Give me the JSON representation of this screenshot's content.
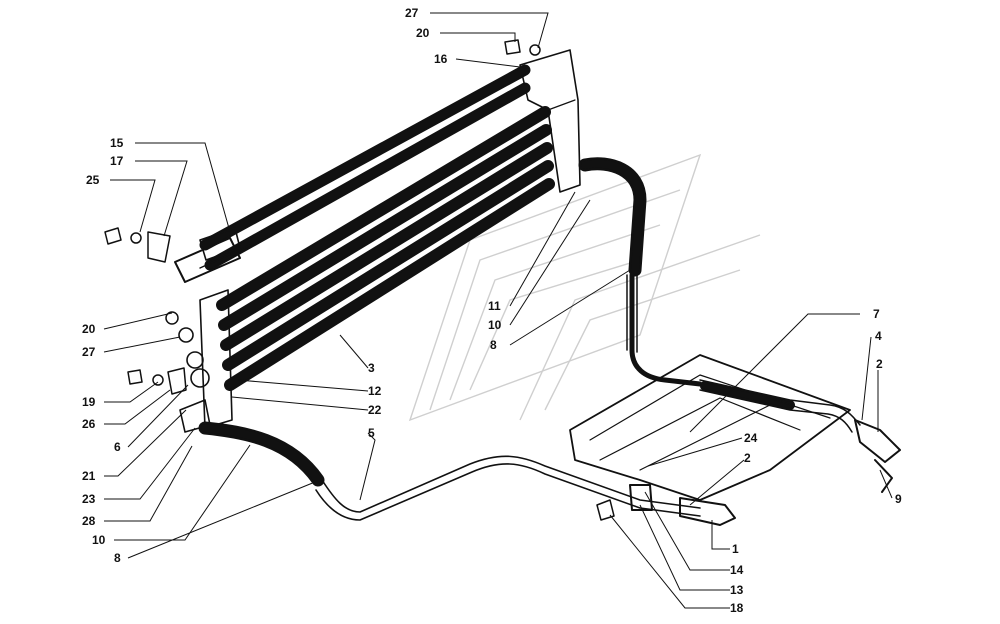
{
  "diagram": {
    "callouts": [
      {
        "id": "c27a",
        "text": "27"
      },
      {
        "id": "c20a",
        "text": "20"
      },
      {
        "id": "c16",
        "text": "16"
      },
      {
        "id": "c15",
        "text": "15"
      },
      {
        "id": "c17",
        "text": "17"
      },
      {
        "id": "c25",
        "text": "25"
      },
      {
        "id": "c11",
        "text": "11"
      },
      {
        "id": "c10a",
        "text": "10"
      },
      {
        "id": "c8a",
        "text": "8"
      },
      {
        "id": "c7",
        "text": "7"
      },
      {
        "id": "c4",
        "text": "4"
      },
      {
        "id": "c2a",
        "text": "2"
      },
      {
        "id": "c20b",
        "text": "20"
      },
      {
        "id": "c27b",
        "text": "27"
      },
      {
        "id": "c3",
        "text": "3"
      },
      {
        "id": "c12",
        "text": "12"
      },
      {
        "id": "c22",
        "text": "22"
      },
      {
        "id": "c19",
        "text": "19"
      },
      {
        "id": "c26",
        "text": "26"
      },
      {
        "id": "c6",
        "text": "6"
      },
      {
        "id": "c5",
        "text": "5"
      },
      {
        "id": "c24",
        "text": "24"
      },
      {
        "id": "c2b",
        "text": "2"
      },
      {
        "id": "c9",
        "text": "9"
      },
      {
        "id": "c21",
        "text": "21"
      },
      {
        "id": "c23",
        "text": "23"
      },
      {
        "id": "c28",
        "text": "28"
      },
      {
        "id": "c10b",
        "text": "10"
      },
      {
        "id": "c8b",
        "text": "8"
      },
      {
        "id": "c1",
        "text": "1"
      },
      {
        "id": "c14",
        "text": "14"
      },
      {
        "id": "c13",
        "text": "13"
      },
      {
        "id": "c18",
        "text": "18"
      }
    ]
  }
}
